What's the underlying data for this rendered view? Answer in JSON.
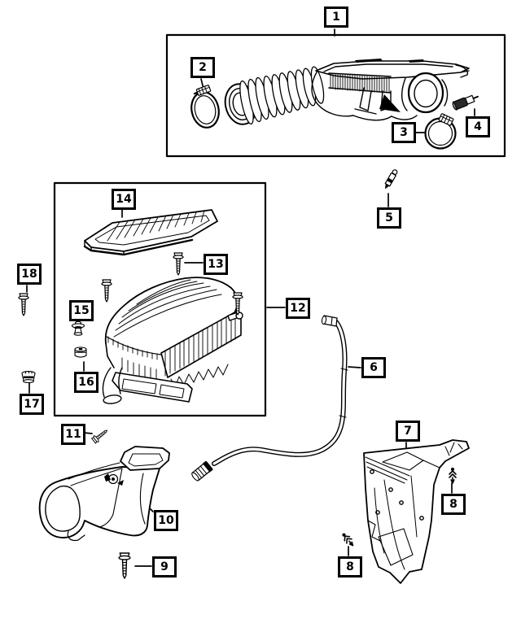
{
  "diagram": {
    "background": "#ffffff",
    "line_color": "#000000",
    "callout_style": {
      "border_color": "#000000",
      "background": "#ffffff",
      "text_color": "#000000"
    },
    "callouts": [
      {
        "id": "1",
        "label": "1"
      },
      {
        "id": "2",
        "label": "2"
      },
      {
        "id": "3",
        "label": "3"
      },
      {
        "id": "4",
        "label": "4"
      },
      {
        "id": "5",
        "label": "5"
      },
      {
        "id": "6",
        "label": "6"
      },
      {
        "id": "7",
        "label": "7"
      },
      {
        "id": "8-right",
        "label": "8"
      },
      {
        "id": "8-left",
        "label": "8"
      },
      {
        "id": "9",
        "label": "9"
      },
      {
        "id": "10",
        "label": "10"
      },
      {
        "id": "11",
        "label": "11"
      },
      {
        "id": "12",
        "label": "12"
      },
      {
        "id": "13",
        "label": "13"
      },
      {
        "id": "14",
        "label": "14"
      },
      {
        "id": "15",
        "label": "15"
      },
      {
        "id": "16",
        "label": "16"
      },
      {
        "id": "17",
        "label": "17"
      },
      {
        "id": "18",
        "label": "18"
      }
    ]
  }
}
